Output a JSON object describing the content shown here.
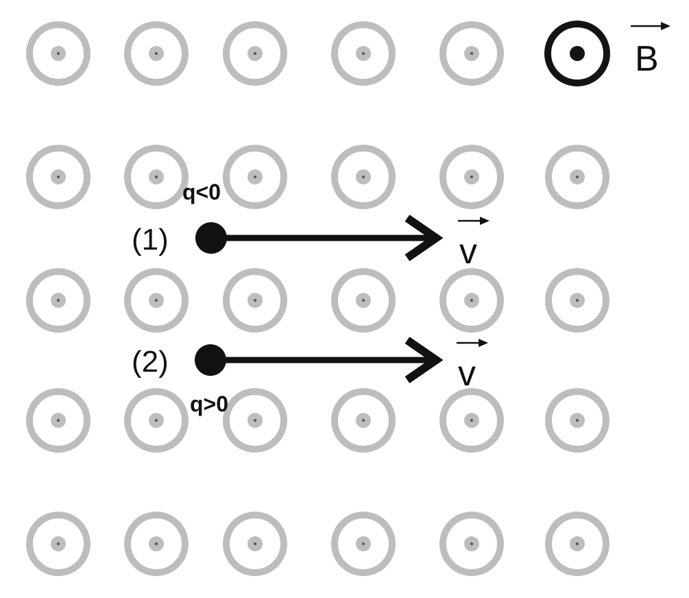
{
  "field": {
    "symbol": "B",
    "rows": 5,
    "cols": 6,
    "legend_replaces_top_right": true
  },
  "particles": [
    {
      "id": "1",
      "label": "(1)",
      "charge_label": "q<0",
      "velocity_label": "v"
    },
    {
      "id": "2",
      "label": "(2)",
      "charge_label": "q>0",
      "velocity_label": "v"
    }
  ],
  "colors": {
    "field_symbol": "#bdbdbd",
    "ink": "#111111"
  }
}
